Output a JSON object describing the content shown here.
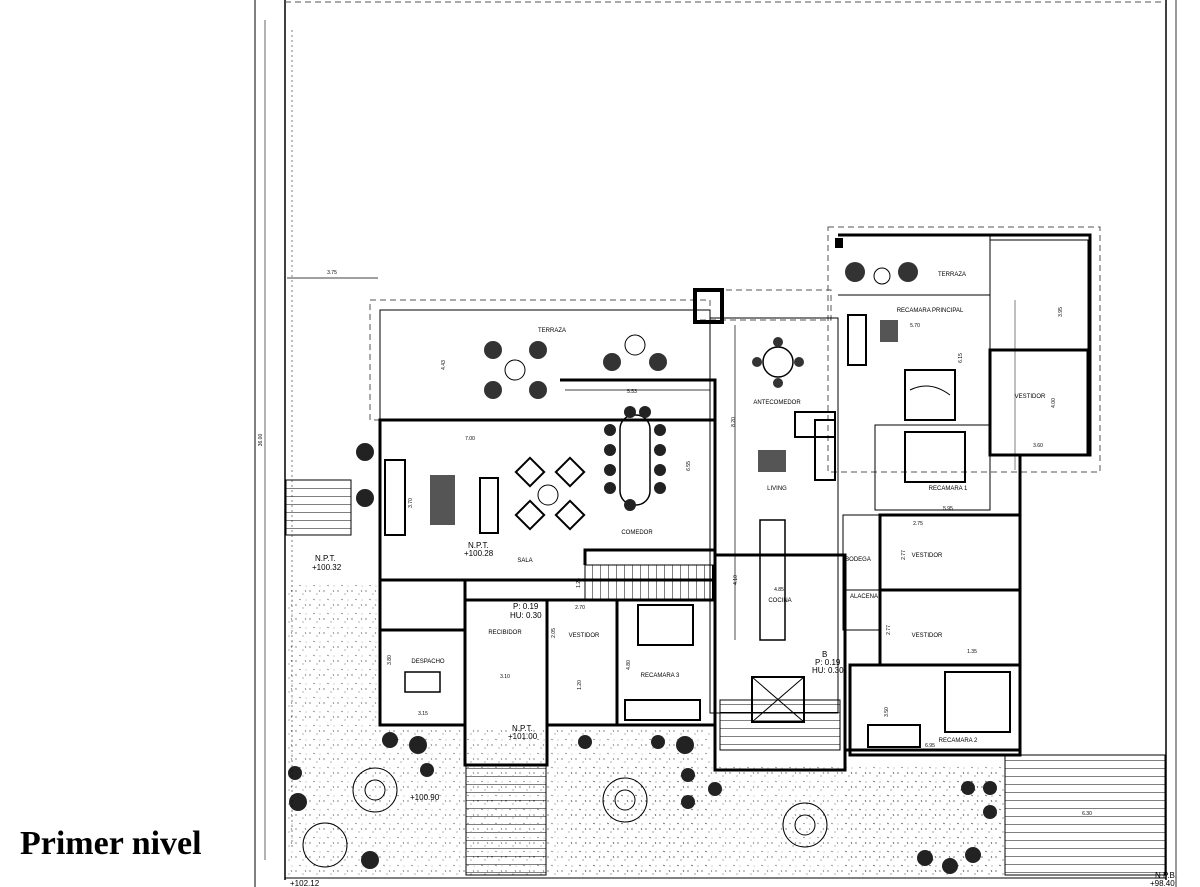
{
  "title": "Primer nivel",
  "rooms": {
    "terraza_left": "TERRAZA",
    "terraza_right": "TERRAZA",
    "recamara_principal": "RECAMARA PRINCIPAL",
    "vestidor_main": "VESTIDOR",
    "antecomedor": "ANTECOMEDOR",
    "living": "LIVING",
    "comedor": "COMEDOR",
    "sala": "SALA",
    "recamara_1": "RECAMARA 1",
    "bodega": "BODEGA",
    "vestidor_1": "VESTIDOR",
    "alacena": "ALACENA",
    "cocina": "COCINA",
    "vestidor_2": "VESTIDOR",
    "recamara_2": "RECAMARA 2",
    "recibidor": "RECIBIDOR",
    "despacho": "DESPACHO",
    "vestidor_3": "VESTIDOR",
    "recamara_3": "RECAMARA 3"
  },
  "levels": {
    "npt_label": "N.P.T.",
    "npt_left": "+100.32",
    "npt_sala": "+100.28",
    "npt_entry": "+101.00",
    "npt_garden": "+100.90",
    "p1_p": "P: 0.19",
    "p1_hu": "HU: 0.30",
    "p2_label": "B",
    "p2_p": "P: 0.19",
    "p2_hu": "HU: 0.30",
    "edge_bottom_left": "+102.12",
    "edge_bottom_right": "+98.40",
    "edge_bottom_right_label": "N.P.B."
  },
  "dimensions": {
    "d_375": "3.75",
    "d_3600": "36.00",
    "d_443": "4.43",
    "d_553": "5.53",
    "d_700": "7.00",
    "d_370": "3.70",
    "d_655": "6.55",
    "d_820": "8.20",
    "d_570": "5.70",
    "d_615": "6.15",
    "d_395": "3.95",
    "d_400": "4.00",
    "d_360": "3.60",
    "d_595": "5.95",
    "d_275": "2.75",
    "d_277a": "2.77",
    "d_277b": "2.77",
    "d_135": "1.35",
    "d_350": "3.50",
    "d_695": "6.95",
    "d_485": "4.85",
    "d_410": "4.10",
    "d_270": "2.70",
    "d_205": "2.05",
    "d_120": "1.20",
    "d_480": "4.80",
    "d_310": "3.10",
    "d_380": "3.80",
    "d_315": "3.15",
    "d_630": "6.30",
    "d_125": "1.25"
  }
}
